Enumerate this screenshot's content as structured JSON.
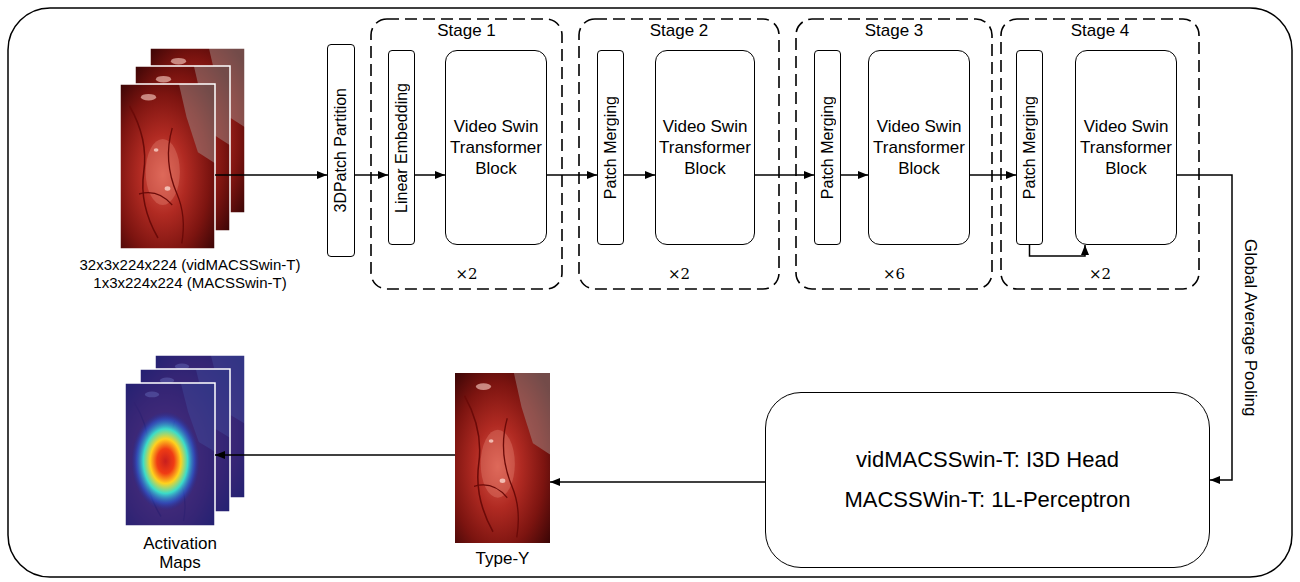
{
  "diagram": {
    "nodes": [
      {
        "text": [
          "32x3x224x224 (vidMACSSwin-T)",
          "1x3x224x224 (MACSSwin-T)"
        ]
      },
      {
        "text": [
          "3DPatch Partition"
        ]
      },
      {
        "text": [
          "Stage 1",
          "×2"
        ]
      },
      {
        "text": [
          "Linear Embedding"
        ],
        "in": 2
      },
      {
        "text": [
          "Video Swin Transformer Block"
        ],
        "in": 2
      },
      {
        "text": [
          "Stage 2",
          "×2"
        ]
      },
      {
        "text": [
          "Patch Merging"
        ],
        "in": 5
      },
      {
        "text": [
          "Video Swin Transformer Block"
        ],
        "in": 5
      },
      {
        "text": [
          "Stage 3",
          "×6"
        ]
      },
      {
        "text": [
          "Patch Merging"
        ],
        "in": 8
      },
      {
        "text": [
          "Video Swin Transformer Block"
        ],
        "in": 8
      },
      {
        "text": [
          "Stage 4",
          "×2"
        ]
      },
      {
        "text": [
          "Patch Merging"
        ],
        "in": 11
      },
      {
        "text": [
          "Video Swin Transformer Block"
        ],
        "in": 11
      },
      {
        "text": [
          "vidMACSSwin-T: I3D Head",
          "MACSSWin-T: 1L-Perceptron"
        ]
      },
      {
        "text": [
          "Type-Y"
        ]
      },
      {
        "text": [
          "Activation Maps"
        ]
      }
    ],
    "edges": [
      {
        "from": 0,
        "to": 1,
        "arrow": "to"
      },
      {
        "from": 1,
        "to": 3,
        "arrow": "to"
      },
      {
        "from": 3,
        "to": 4,
        "arrow": "to"
      },
      {
        "from": 4,
        "to": 6,
        "arrow": "to"
      },
      {
        "from": 6,
        "to": 7,
        "arrow": "to"
      },
      {
        "from": 7,
        "to": 9,
        "arrow": "to"
      },
      {
        "from": 9,
        "to": 10,
        "arrow": "to"
      },
      {
        "from": 10,
        "to": 12,
        "arrow": "to"
      },
      {
        "from": 12,
        "to": 13,
        "arrow": "to"
      },
      {
        "from": 13,
        "to": 14,
        "label": "Global Average Pooling",
        "arrow": "to"
      },
      {
        "from": 14,
        "to": 15,
        "arrow": "to"
      },
      {
        "from": 15,
        "to": 16,
        "arrow": "to"
      }
    ]
  }
}
